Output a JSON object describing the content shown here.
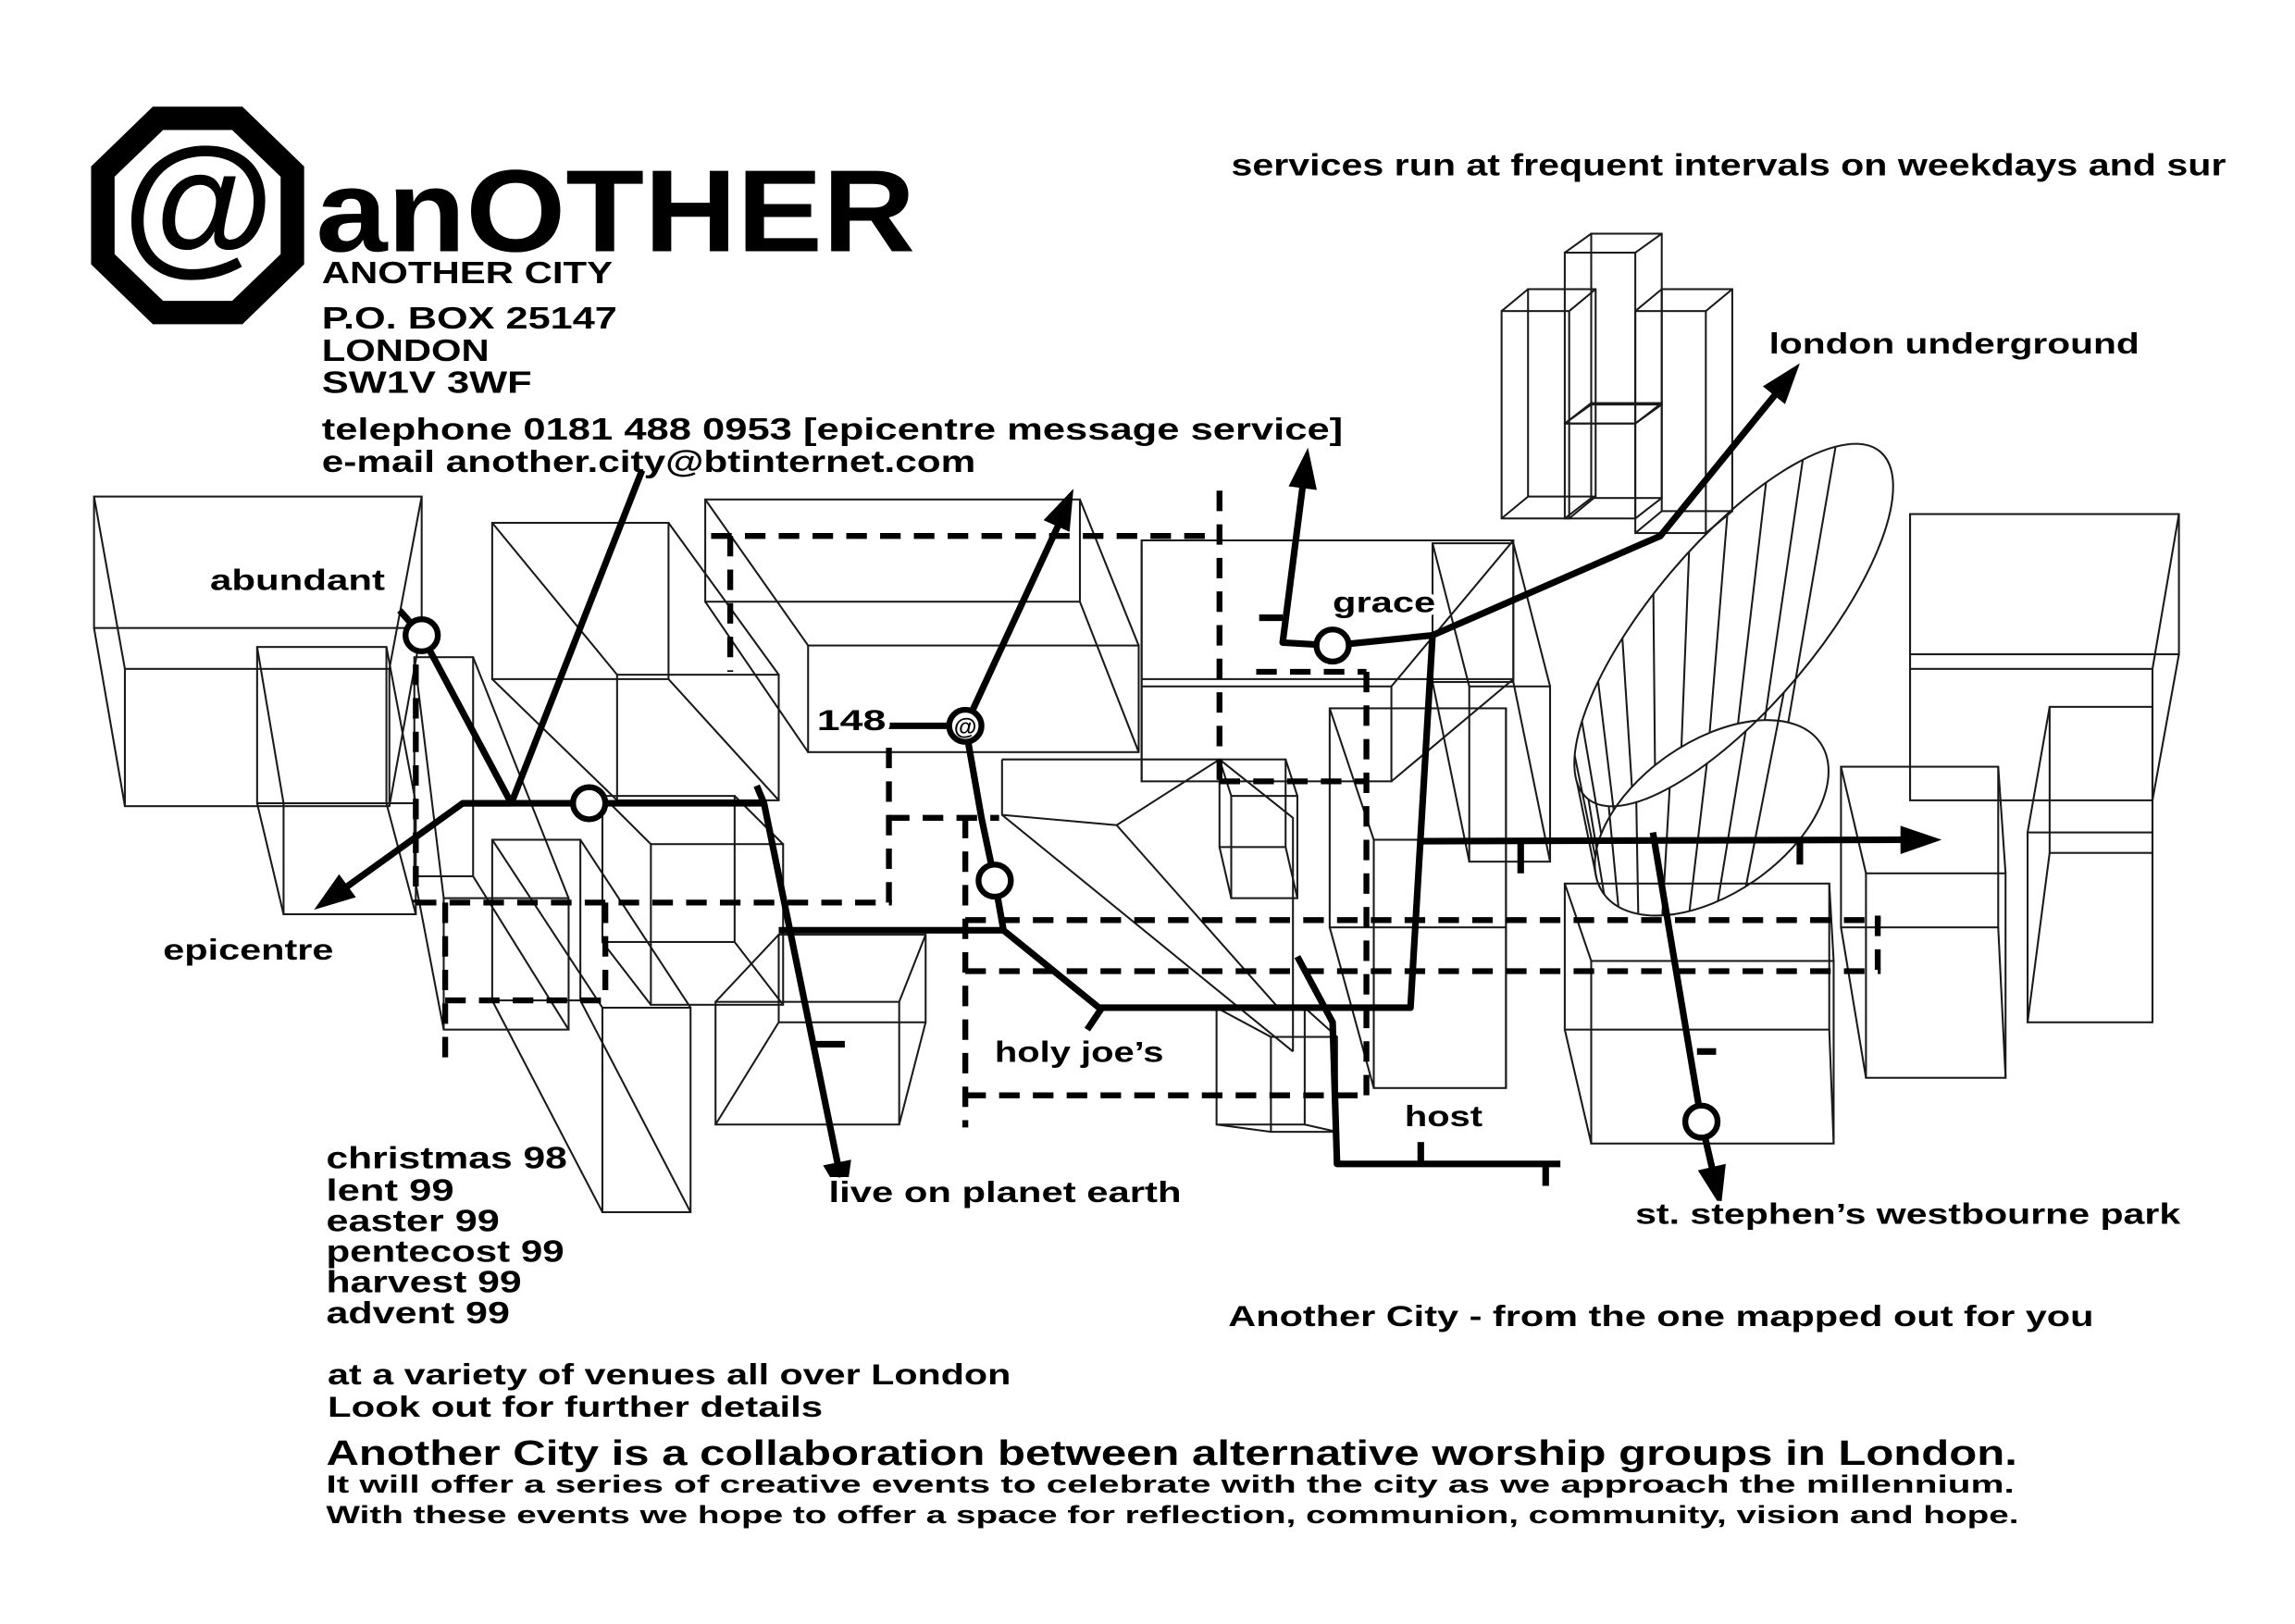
{
  "logo": {
    "symbol": "@",
    "wordmark": "anOTHER"
  },
  "address": {
    "org": "ANOTHER CITY",
    "po_box": "P.O. BOX 25147",
    "city": "LONDON",
    "postcode": "SW1V 3WF"
  },
  "contact": {
    "telephone": "telephone 0181 488 0953 [epicentre message service]",
    "email": "e-mail another.city@btinternet.com"
  },
  "tagline_top": "services run at frequent intervals on weekdays and sur",
  "map": {
    "labels": {
      "abundant": "abundant",
      "epicentre": "epicentre",
      "route_148": "148",
      "station_symbol": "@",
      "grace": "grace",
      "london_underground": "london underground",
      "holy_joes": "holy joe’s",
      "host": "host",
      "live_on_planet_earth": "live on planet earth",
      "st_stephens": "st. stephen’s westbourne park"
    }
  },
  "events": [
    "christmas 98",
    "lent 99",
    "easter 99",
    "pentecost 99",
    "harvest 99",
    "advent 99"
  ],
  "slogan": "Another City - from the one mapped out for you",
  "venues": {
    "line1": "at a variety of venues all over London",
    "line2": "Look out for further details"
  },
  "about": {
    "headline": "Another City is a collaboration between alternative worship groups in London.",
    "line1": "It will offer a series of creative events to celebrate with the city as we approach the millennium.",
    "line2": "With these events we hope to offer a space for reflection, communion, community, vision and hope."
  },
  "colors": {
    "ink": "#000000",
    "paper": "#ffffff"
  }
}
